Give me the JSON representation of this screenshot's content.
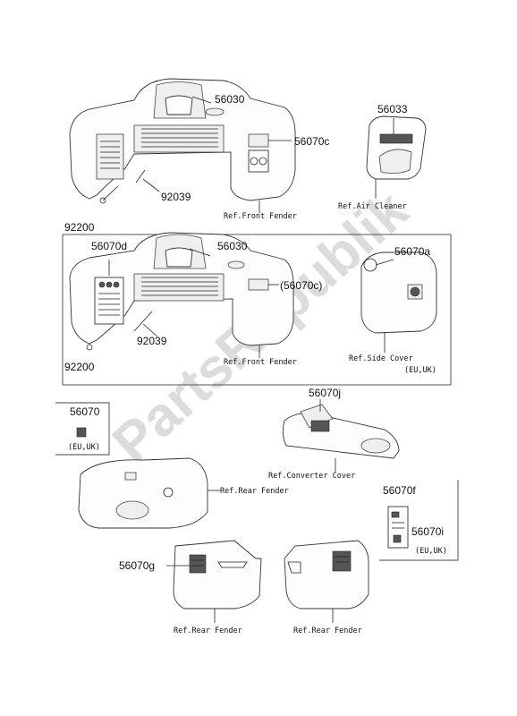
{
  "watermark": "PartsRepublik",
  "labels": {
    "p56030_top": "56030",
    "p56070c_top": "56070c",
    "p92039_top": "92039",
    "ref_front_fender_top": "Ref.Front Fender",
    "p56033": "56033",
    "ref_air_cleaner": "Ref.Air Cleaner",
    "p92200_top": "92200",
    "p56070d": "56070d",
    "p56030_mid": "56030",
    "p56070c_mid": "(56070c)",
    "p92039_mid": "92039",
    "p92200_mid": "92200",
    "ref_front_fender_mid": "Ref.Front Fender",
    "p56070a": "56070a",
    "ref_side_cover": "Ref.Side Cover",
    "eu_uk_side": "(EU,UK)",
    "p56070": "56070",
    "eu_uk_56070": "(EU,UK)",
    "p56070j": "56070j",
    "ref_converter_cover": "Ref.Converter Cover",
    "ref_rear_fender_main": "Ref.Rear Fender",
    "p56070f": "56070f",
    "p56070i": "56070i",
    "eu_uk_56070i": "(EU,UK)",
    "p56070g": "56070g",
    "ref_rear_fender_left": "Ref.Rear Fender",
    "ref_rear_fender_right": "Ref.Rear Fender"
  }
}
